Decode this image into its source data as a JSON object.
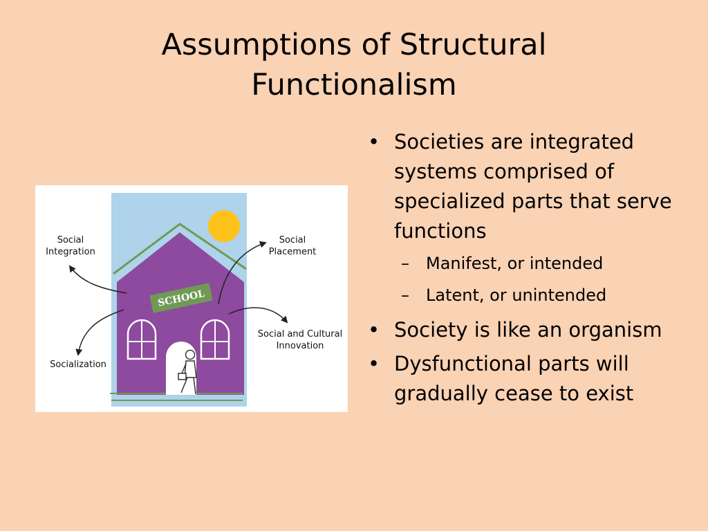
{
  "slide": {
    "title_line1": "Assumptions of Structural",
    "title_line2": "Functionalism"
  },
  "figure": {
    "sign": "SCHOOL",
    "labels": {
      "social_integration_1": "Social",
      "social_integration_2": "Integration",
      "social_placement_1": "Social",
      "social_placement_2": "Placement",
      "socialization": "Socialization",
      "innovation_1": "Social and Cultural",
      "innovation_2": "Innovation"
    },
    "colors": {
      "sky": "#aed3ea",
      "house": "#8d4a9e",
      "roof_line": "#6f9a54",
      "sun": "#fdc31a",
      "sign": "#6f9a54"
    }
  },
  "bullets": [
    {
      "text": "Societies are integrated systems comprised of specialized parts that serve functions",
      "sub": [
        {
          "dash": "–",
          "text": "Manifest, or intended"
        },
        {
          "dash": "–",
          "text": "Latent, or unintended"
        }
      ]
    },
    {
      "text": "Society is like an organism"
    },
    {
      "text": "Dysfunctional parts will gradually cease to exist"
    }
  ]
}
